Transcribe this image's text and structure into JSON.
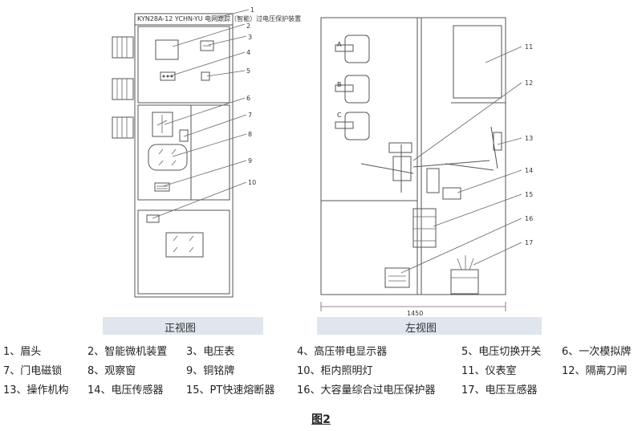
{
  "figure": {
    "nameplate_text": "KYN28A-12 YCHN-YU 电网跟踪（智能）过电压保护装置",
    "front_view_label": "正视图",
    "side_view_label": "左视图",
    "dimension_label": "1450",
    "phase_labels": [
      "A",
      "B",
      "C"
    ],
    "callout_numbers": [
      "1",
      "2",
      "3",
      "4",
      "5",
      "6",
      "7",
      "8",
      "9",
      "10",
      "11",
      "12",
      "13",
      "14",
      "15",
      "16",
      "17"
    ]
  },
  "legend": {
    "rows": [
      [
        "1、眉头",
        "2、智能微机装置",
        "3、电压表",
        "4、高压带电显示器",
        "5、电压切换开关",
        "6、一次模拟牌"
      ],
      [
        "7、门电磁锁",
        "8、观察窗",
        "9、铜铭牌",
        "10、柜内照明灯",
        "11、仪表室",
        "12、隔离刀闸"
      ],
      [
        "13、操作机构",
        "14、电压传感器",
        "15、PT快速熔断器",
        "16、大容量综合过电压保护器",
        "17、电压互感器",
        ""
      ]
    ]
  },
  "caption": "图2"
}
